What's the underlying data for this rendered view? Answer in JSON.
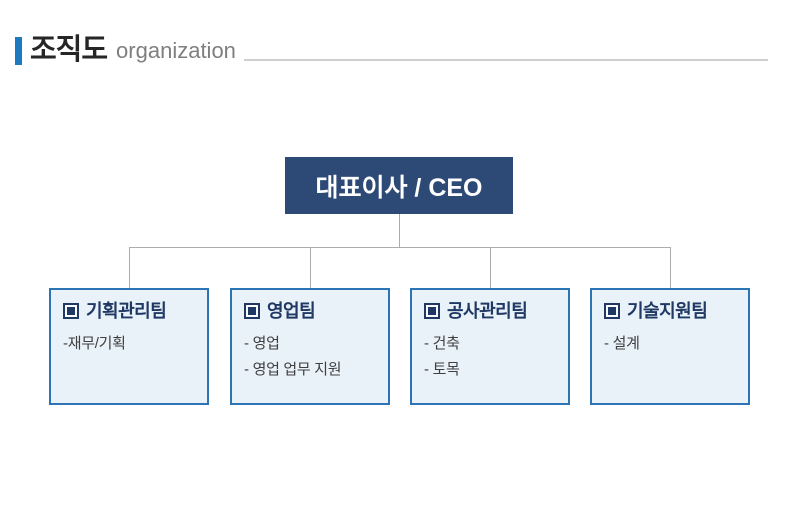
{
  "header": {
    "title": "조직도",
    "subtitle": "organization"
  },
  "ceo": {
    "label": "대표이사 / CEO"
  },
  "teams": [
    {
      "label": "기획관리팀",
      "items": [
        "-재무/기획"
      ]
    },
    {
      "label": "영업팀",
      "items": [
        "- 영업",
        "- 영업 업무 지원"
      ]
    },
    {
      "label": "공사관리팀",
      "items": [
        "- 건축",
        "- 토목"
      ]
    },
    {
      "label": "기술지원팀",
      "items": [
        "- 설계"
      ]
    }
  ],
  "colors": {
    "accent": "#1b7ac1",
    "ceo_bg": "#2d4a77",
    "team_bg": "#e9f1f9",
    "team_border": "#2d74b5",
    "team_title": "#1f3864",
    "connector": "#ababab"
  }
}
